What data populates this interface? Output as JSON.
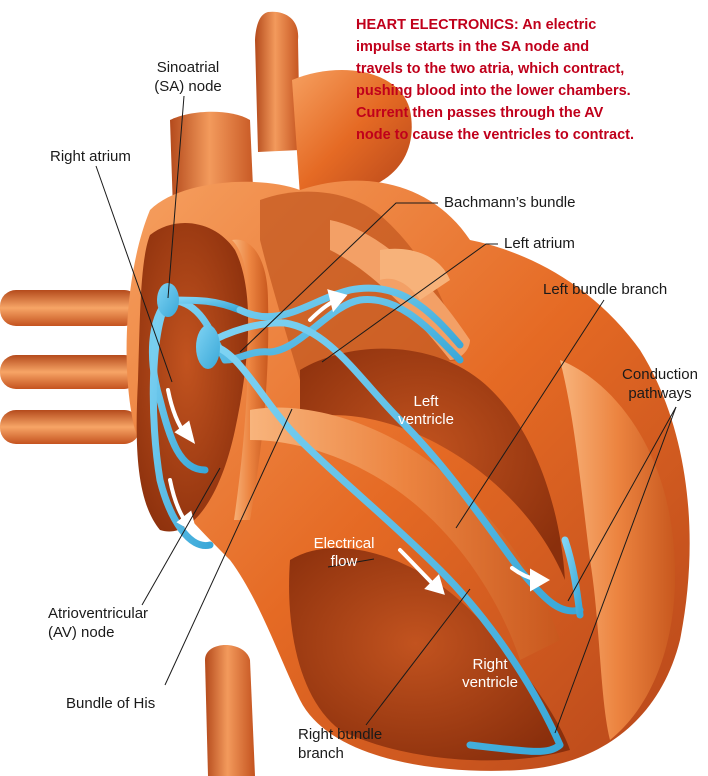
{
  "caption": {
    "lines": [
      "HEART ELECTRONICS: An electric",
      "impulse starts in the SA node and",
      "travels to the two atria, which contract,",
      "pushing blood into the lower chambers.",
      "Current then passes through the AV",
      "node to cause the ventricles to contract."
    ]
  },
  "labels": {
    "sa_node": [
      "Sinoatrial",
      "(SA) node"
    ],
    "right_atrium": "Right atrium",
    "bachmanns_bundle": "Bachmann’s bundle",
    "left_atrium": "Left atrium",
    "left_bundle_branch": "Left bundle branch",
    "conduction_pathways": [
      "Conduction",
      "pathways"
    ],
    "left_ventricle": [
      "Left",
      "ventricle"
    ],
    "electrical_flow": [
      "Electrical",
      "flow"
    ],
    "av_node": [
      "Atrioventricular",
      "(AV) node"
    ],
    "bundle_of_his": "Bundle of His",
    "right_ventricle": [
      "Right",
      "ventricle"
    ],
    "right_bundle_branch": [
      "Right bundle",
      "branch"
    ]
  },
  "colors": {
    "caption_red": "#c0001b",
    "conduction_blue": "#49b9e6",
    "heart_orange": "#e8742c",
    "heart_dark": "#a83a10",
    "heart_light": "#f7b27a"
  },
  "icons": [
    "heart-illustration",
    "flow-arrow-icon"
  ]
}
